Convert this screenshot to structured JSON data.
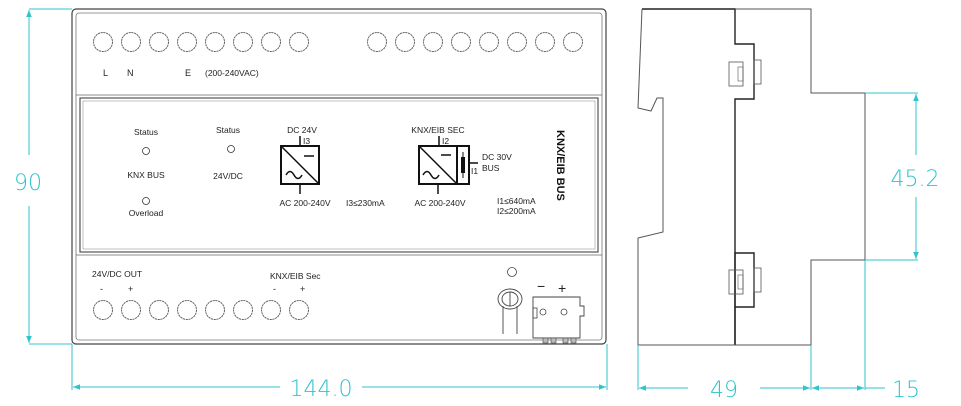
{
  "drawing": {
    "title": "KNX/EIB BUS power supply dimension drawing",
    "colors": {
      "outline": "#555555",
      "dimension": "#2ec4cc",
      "text": "#222222"
    }
  },
  "front_view": {
    "top_terminals": {
      "left_group_count": 8,
      "right_group_count": 8,
      "labels": {
        "l": "L",
        "n": "N",
        "e": "E",
        "voltage": "(200-240VAC)"
      }
    },
    "panel": {
      "status_knx": "Status",
      "led_knx_label": "KNX BUS",
      "overload_label": "Overload",
      "status_24v": "Status",
      "led_24v_label": "24V/DC",
      "psu1": {
        "top": "DC 24V",
        "current": "I3",
        "bottom": "AC 200-240V",
        "limit": "I3≤230mA"
      },
      "psu2": {
        "top": "KNX/EIB SEC",
        "current_top": "I2",
        "current_side": "I1",
        "out_line1": "DC 30V",
        "out_line2": "BUS",
        "bottom": "AC 200-240V",
        "limit1": "I1≤640mA",
        "limit2": "I2≤200mA"
      },
      "vertical_title": "KNX/EIB BUS"
    },
    "bottom_terminals": {
      "count": 8,
      "out_label": "24V/DC  OUT",
      "out_minus": "-",
      "out_plus": "+",
      "sec_label": "KNX/EIB Sec",
      "sec_minus": "-",
      "sec_plus": "+",
      "bus_minus": "−",
      "bus_plus": "+"
    }
  },
  "dimensions": {
    "height": "90",
    "width": "144.0",
    "depth_body": "49",
    "depth_front": "15",
    "front_height": "45.2"
  }
}
